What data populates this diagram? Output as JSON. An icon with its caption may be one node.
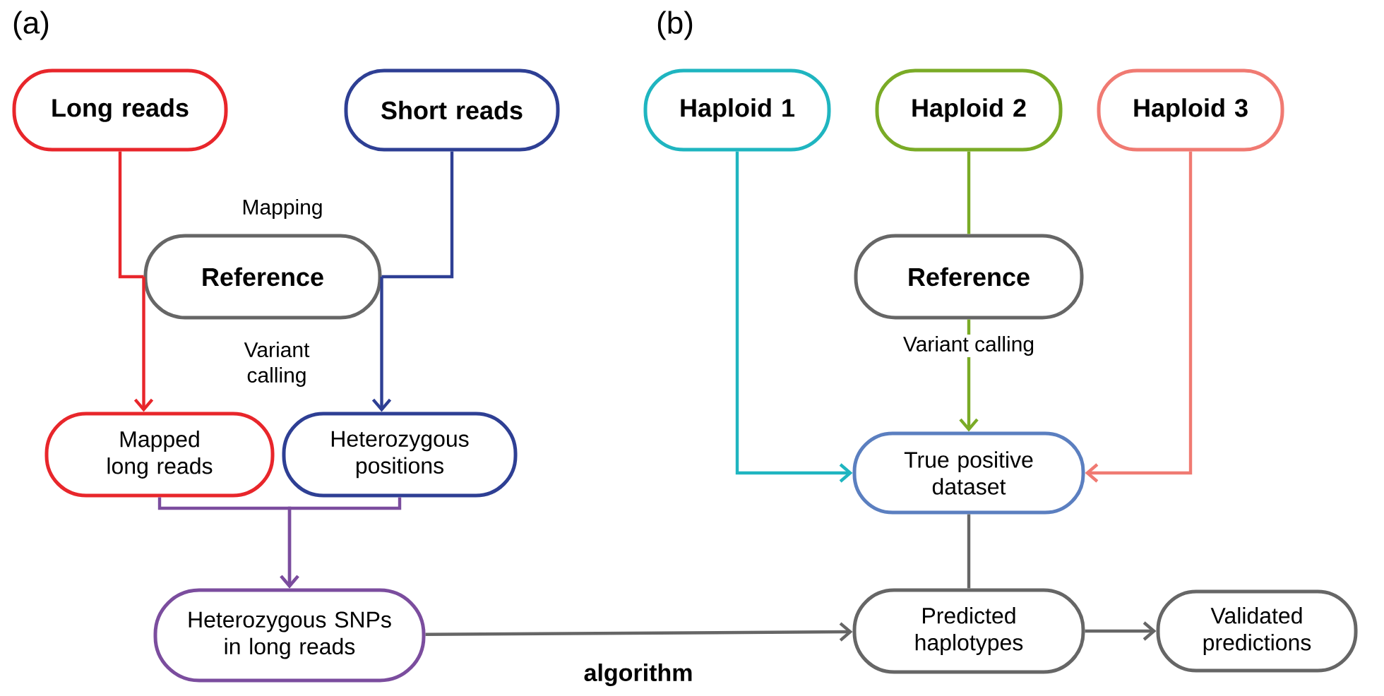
{
  "diagram": {
    "nodes": [
      {
        "text": [
          "Long reads"
        ]
      },
      {
        "text": [
          "Short reads"
        ]
      },
      {
        "text": [
          "Reference"
        ]
      },
      {
        "text": [
          "Mapped long reads"
        ]
      },
      {
        "text": [
          "Heterozygous positions"
        ]
      },
      {
        "text": [
          "Heterozygous SNPs in long reads"
        ]
      },
      {
        "text": [
          "Haploid 1"
        ]
      },
      {
        "text": [
          "Haploid 2"
        ]
      },
      {
        "text": [
          "Haploid 3"
        ]
      },
      {
        "text": [
          "Reference"
        ]
      },
      {
        "text": [
          "True positive dataset"
        ]
      },
      {
        "text": [
          "Predicted haplotypes"
        ]
      },
      {
        "text": [
          "Validated predictions"
        ]
      }
    ],
    "edges": [
      {
        "from": 0,
        "to": 2,
        "arrow": "none",
        "color": "#e8262b"
      },
      {
        "from": 1,
        "to": 2,
        "arrow": "none",
        "color": "#2e3f94"
      },
      {
        "from": 2,
        "to": 3,
        "arrow": "to",
        "color": "#e8262b"
      },
      {
        "from": 2,
        "to": 4,
        "arrow": "to",
        "color": "#2e3f94"
      },
      {
        "from": 3,
        "to": 5,
        "arrow": "to",
        "color": "#7b4d9e"
      },
      {
        "from": 4,
        "to": 5,
        "arrow": "to",
        "color": "#7b4d9e"
      },
      {
        "from": 5,
        "to": 11,
        "arrow": "to",
        "label": "algorithm",
        "color": "#666666"
      },
      {
        "from": 6,
        "to": 10,
        "arrow": "to",
        "color": "#1fb5c0"
      },
      {
        "from": 7,
        "to": 9,
        "arrow": "none",
        "color": "#7aab26"
      },
      {
        "from": 9,
        "to": 10,
        "arrow": "to",
        "color": "#7aab26"
      },
      {
        "from": 8,
        "to": 10,
        "arrow": "to",
        "color": "#f07a72"
      },
      {
        "from": 10,
        "to": 11,
        "arrow": "none",
        "color": "#666666"
      },
      {
        "from": 11,
        "to": 12,
        "arrow": "to",
        "color": "#666666"
      }
    ],
    "labels": [
      "(a)",
      "(b)",
      "Mapping",
      "Variant calling",
      "Variant calling"
    ]
  }
}
